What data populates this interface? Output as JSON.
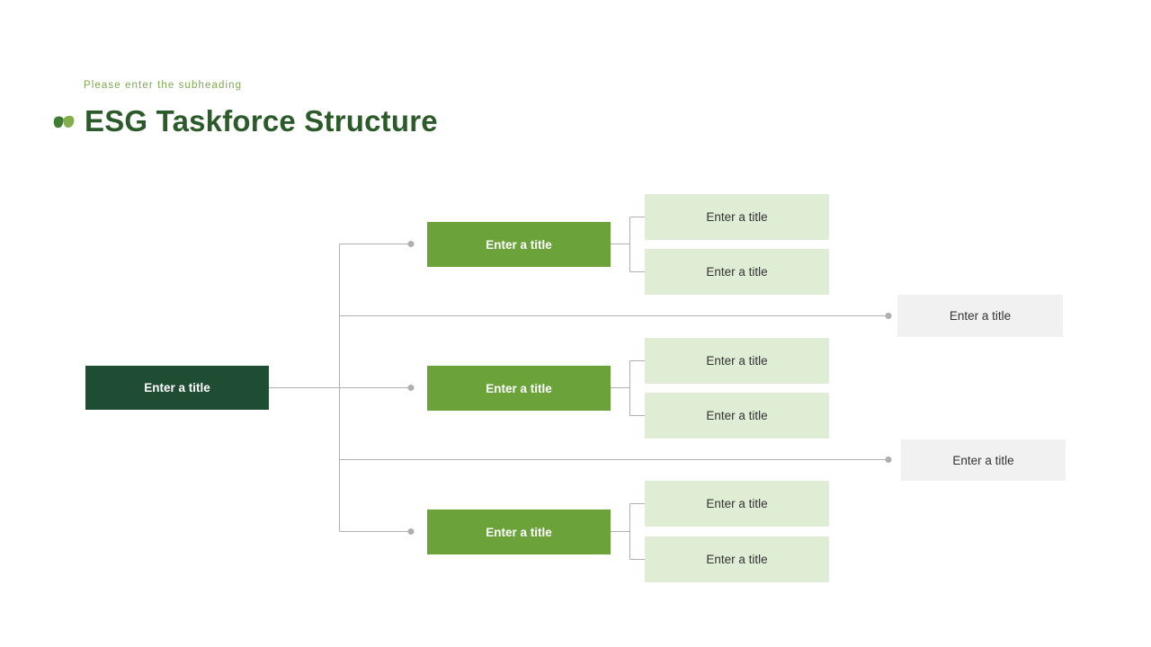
{
  "header": {
    "subheading": "Please enter the subheading",
    "title": "ESG Taskforce Structure",
    "leaf_icon": "leaf-icon"
  },
  "colors": {
    "root_fill": "#1F4D34",
    "branch_fill": "#6BA23A",
    "leaf_fill": "#E0EDD5",
    "side_fill": "#F1F1F1",
    "connector": "#B0B0B0",
    "dot": "#AFAFAF",
    "title_text": "#2C5B2A",
    "subheading_text": "#7FA852",
    "leaf_icon_dark": "#3E7C32",
    "leaf_icon_light": "#7FB04A"
  },
  "diagram": {
    "root": {
      "label": "Enter a title"
    },
    "branches": [
      {
        "label": "Enter a title",
        "leaves": [
          {
            "label": "Enter a title"
          },
          {
            "label": "Enter a title"
          }
        ]
      },
      {
        "label": "Enter a title",
        "leaves": [
          {
            "label": "Enter a title"
          },
          {
            "label": "Enter a title"
          }
        ]
      },
      {
        "label": "Enter a title",
        "leaves": [
          {
            "label": "Enter a title"
          },
          {
            "label": "Enter a title"
          }
        ]
      }
    ],
    "side_nodes": [
      {
        "label": "Enter a title"
      },
      {
        "label": "Enter a title"
      }
    ]
  }
}
